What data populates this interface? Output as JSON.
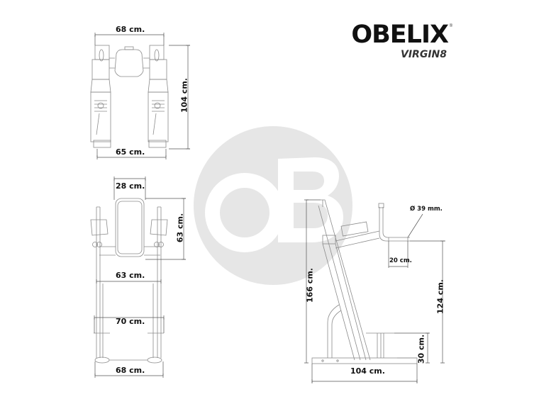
{
  "brand": {
    "name": "OBELIX",
    "registered_mark": "®",
    "model": "VIRGIN8",
    "watermark_text": "OB"
  },
  "colors": {
    "background": "#ffffff",
    "line": "#8a8a8a",
    "dimension_line": "#555555",
    "text": "#111111",
    "watermark": "#e6e6e6"
  },
  "views": {
    "top": {
      "width_top": "68 cm.",
      "width_bottom": "65 cm.",
      "depth": "104 cm."
    },
    "front": {
      "backrest_width": "28 cm.",
      "backrest_height": "63 cm.",
      "handle_width": "63 cm.",
      "step_width": "70 cm.",
      "base_width": "68 cm."
    },
    "side": {
      "total_height": "166 cm.",
      "grip_diameter": "Ø 39 mm.",
      "grip_length": "20 cm.",
      "handle_height": "124 cm.",
      "step_height": "30 cm.",
      "base_length": "104 cm."
    }
  }
}
